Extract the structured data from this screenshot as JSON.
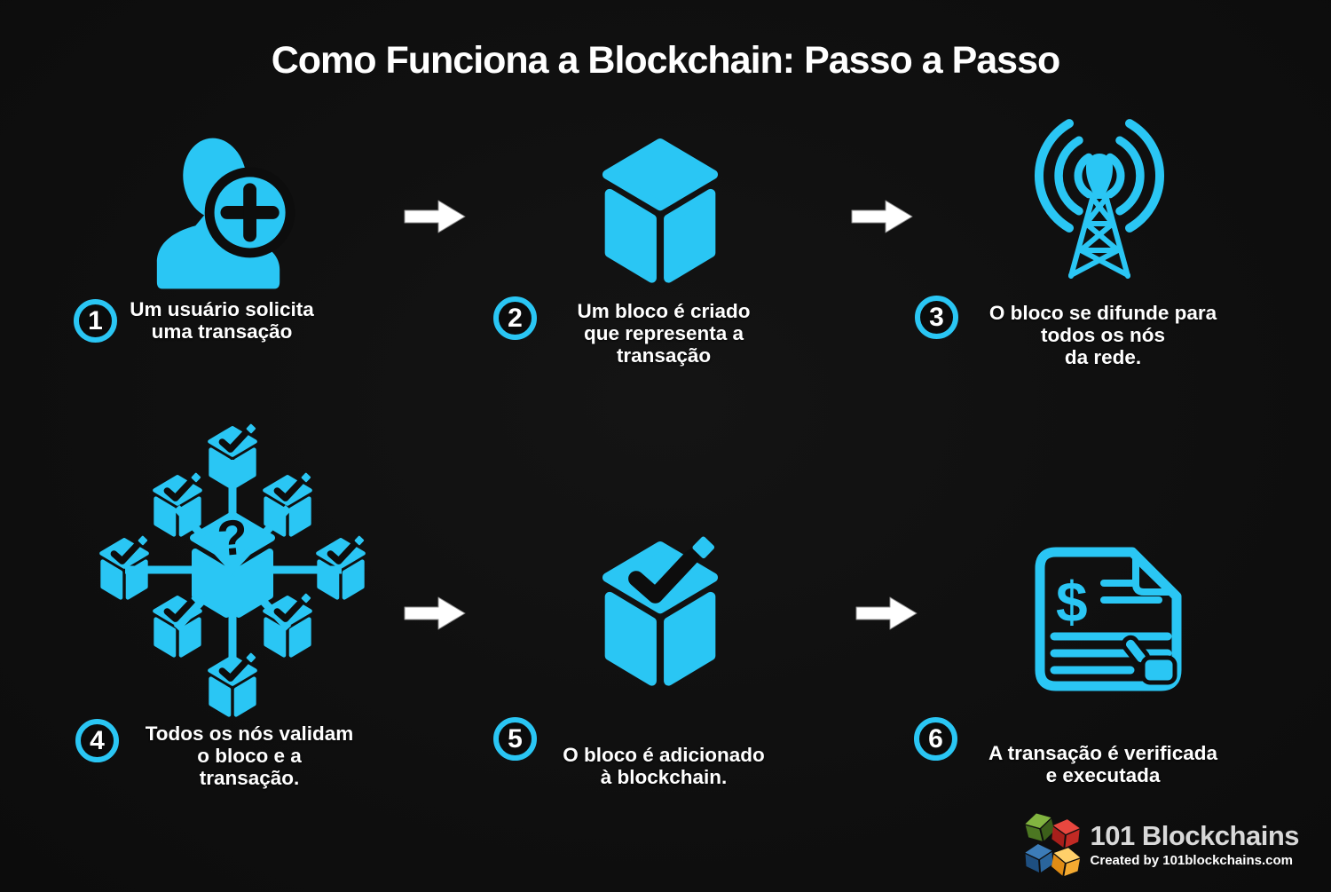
{
  "title": "Como Funciona a Blockchain: Passo a Passo",
  "steps": [
    {
      "number": "1",
      "icon": "user-plus-icon",
      "lines": [
        "Um usuário solicita",
        "uma transação"
      ]
    },
    {
      "number": "2",
      "icon": "cube-block-icon",
      "lines": [
        "Um bloco é criado",
        "que representa a",
        "transação"
      ]
    },
    {
      "number": "3",
      "icon": "broadcast-tower-icon",
      "lines": [
        "O bloco se difunde para",
        "todos os nós",
        "da rede."
      ]
    },
    {
      "number": "4",
      "icon": "network-validation-icon",
      "lines": [
        "Todos os nós validam",
        "o bloco e a",
        "transação."
      ]
    },
    {
      "number": "5",
      "icon": "cube-check-icon",
      "lines": [
        "O bloco é adicionado",
        "à blockchain."
      ]
    },
    {
      "number": "6",
      "icon": "transaction-receipt-icon",
      "lines": [
        "A transação é verificada",
        "e executada"
      ]
    }
  ],
  "arrows": {
    "icon": "arrow-right-icon",
    "count": 4
  },
  "footer": {
    "logo_icon": "brand-cubes-icon",
    "brand": "101 Blockchains",
    "credit": "Created by 101blockchains.com"
  },
  "colors": {
    "accent": "#2ac6f4",
    "background": "#0f0f0f",
    "text": "#ffffff",
    "arrow": "#ffffff",
    "brand_text": "#d9d9d9",
    "icon_detail": "#0d0d0d"
  }
}
